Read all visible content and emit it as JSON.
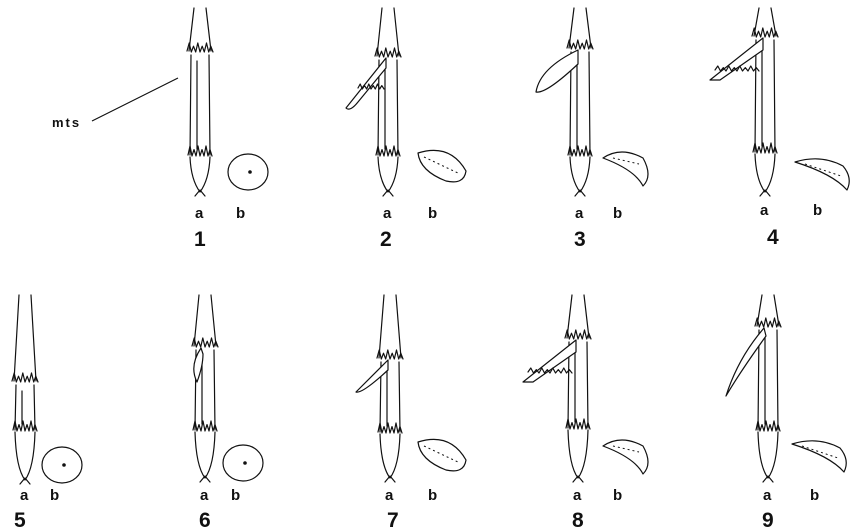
{
  "callout_label": "mts",
  "panels": [
    {
      "number": "1",
      "sub_a": "a",
      "sub_b": "b",
      "spine": "none",
      "section": "round"
    },
    {
      "number": "2",
      "sub_a": "a",
      "sub_b": "b",
      "spine": "medium",
      "section": "oval"
    },
    {
      "number": "3",
      "sub_a": "a",
      "sub_b": "b",
      "spine": "smooth",
      "section": "crescent"
    },
    {
      "number": "4",
      "sub_a": "a",
      "sub_b": "b",
      "spine": "long",
      "section": "hook"
    },
    {
      "number": "5",
      "sub_a": "a",
      "sub_b": "b",
      "spine": "none",
      "section": "round"
    },
    {
      "number": "6",
      "sub_a": "a",
      "sub_b": "b",
      "spine": "tiny",
      "section": "round"
    },
    {
      "number": "7",
      "sub_a": "a",
      "sub_b": "b",
      "spine": "short",
      "section": "oval"
    },
    {
      "number": "8",
      "sub_a": "a",
      "sub_b": "b",
      "spine": "long",
      "section": "crescent"
    },
    {
      "number": "9",
      "sub_a": "a",
      "sub_b": "b",
      "spine": "curved",
      "section": "hook"
    }
  ]
}
